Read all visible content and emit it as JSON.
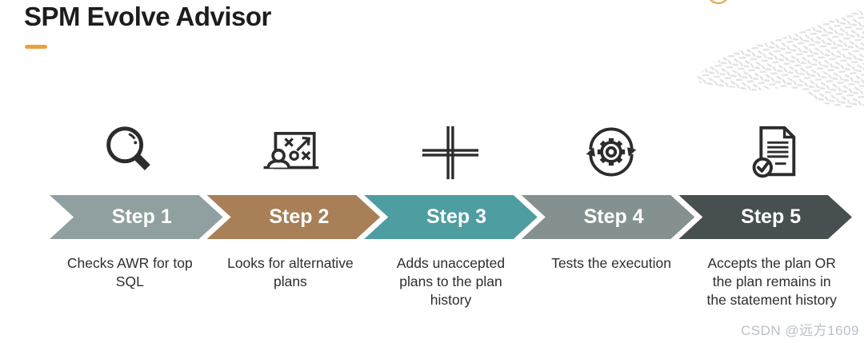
{
  "header": {
    "title": "SPM Evolve Advisor",
    "accent_color": "#E8A33C"
  },
  "decoration": {
    "name": "dotted-swirl",
    "dash_color": "#E2E2E5",
    "arc_color": "#EBA648"
  },
  "steps": [
    {
      "label": "Step 1",
      "description": "Checks AWR for top SQL",
      "color": "#90A0A1",
      "icon": "magnifier-icon"
    },
    {
      "label": "Step 2",
      "description": "Looks for alternative plans",
      "color": "#A87F57",
      "icon": "strategy-board-icon"
    },
    {
      "label": "Step 3",
      "description": "Adds unaccepted plans to the plan history",
      "color": "#4E9DA1",
      "icon": "plus-icon"
    },
    {
      "label": "Step 4",
      "description": "Tests the execution",
      "color": "#859190",
      "icon": "gear-sync-icon"
    },
    {
      "label": "Step 5",
      "description": "Accepts the plan OR the plan remains in the statement history",
      "color": "#474F50",
      "icon": "document-check-icon"
    }
  ],
  "watermark": {
    "text": "CSDN @远方1609"
  }
}
